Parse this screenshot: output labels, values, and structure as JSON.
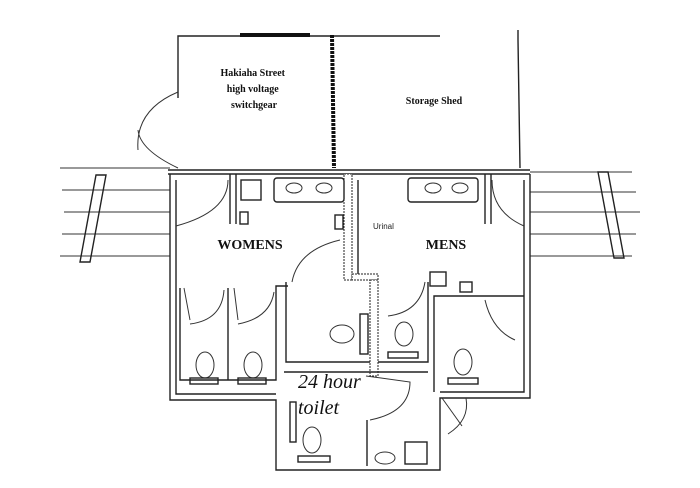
{
  "rooms": {
    "switchgear": {
      "line1": "Hakiaha Street",
      "line2": "high voltage",
      "line3": "switchgear"
    },
    "storage": "Storage Shed",
    "womens": "WOMENS",
    "mens": "MENS",
    "urinal": "Urinal",
    "toilet24": {
      "line1": "24 hour",
      "line2": "toilet"
    }
  }
}
